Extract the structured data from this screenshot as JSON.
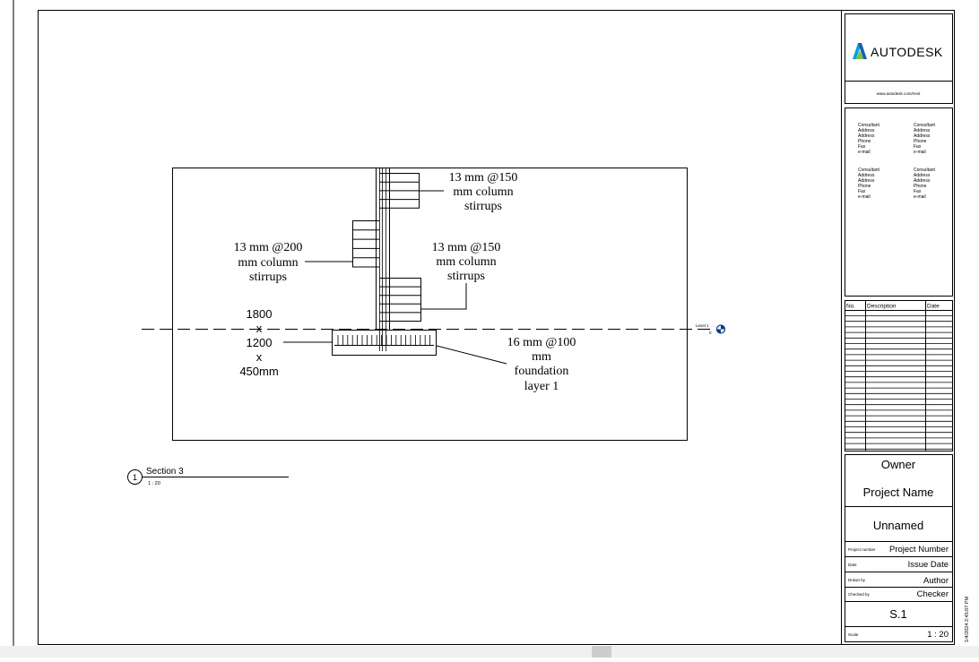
{
  "titleblock": {
    "logo_text": "AUTODESK",
    "website": "www.autodesk.com/revit",
    "consultants": [
      {
        "name": "Consultant",
        "lines": [
          "Address",
          "Address",
          "Phone",
          "Fax",
          "e-mail"
        ]
      },
      {
        "name": "Consultant",
        "lines": [
          "Address",
          "Address",
          "Phone",
          "Fax",
          "e-mail"
        ]
      },
      {
        "name": "Consultant",
        "lines": [
          "Address",
          "Address",
          "Phone",
          "Fax",
          "e-mail"
        ]
      },
      {
        "name": "Consultant",
        "lines": [
          "Address",
          "Address",
          "Phone",
          "Fax",
          "e-mail"
        ]
      }
    ],
    "revision_headers": {
      "no": "No.",
      "description": "Description",
      "date": "Date"
    },
    "owner": "Owner",
    "project_name": "Project Name",
    "sheet_name": "Unnamed",
    "fields": [
      {
        "label": "Project number",
        "value": "Project Number"
      },
      {
        "label": "Date",
        "value": "Issue Date"
      },
      {
        "label": "Drawn by",
        "value": "Author"
      },
      {
        "label": "Checked by",
        "value": "Checker"
      }
    ],
    "sheet_number": "S.1",
    "scale_label": "Scale",
    "scale_value": "1 : 20",
    "side_stamp": "1/4/2024 2:45:07 PM"
  },
  "drawing": {
    "annotations": {
      "stirrups_top_right": [
        "13 mm @150",
        "mm column",
        "stirrups"
      ],
      "stirrups_left": [
        "13 mm @200",
        "mm column",
        "stirrups"
      ],
      "stirrups_mid_right": [
        "13 mm @150",
        "mm column",
        "stirrups"
      ],
      "footing_size": [
        "1800",
        "x",
        "1200",
        "x",
        "450mm"
      ],
      "foundation": [
        "16 mm @100",
        "mm",
        "foundation",
        "layer 1"
      ]
    },
    "level": {
      "name": "Level 1",
      "elevation": "0"
    },
    "view_title": {
      "number": "1",
      "name": "Section 3",
      "scale": "1 : 20"
    }
  }
}
